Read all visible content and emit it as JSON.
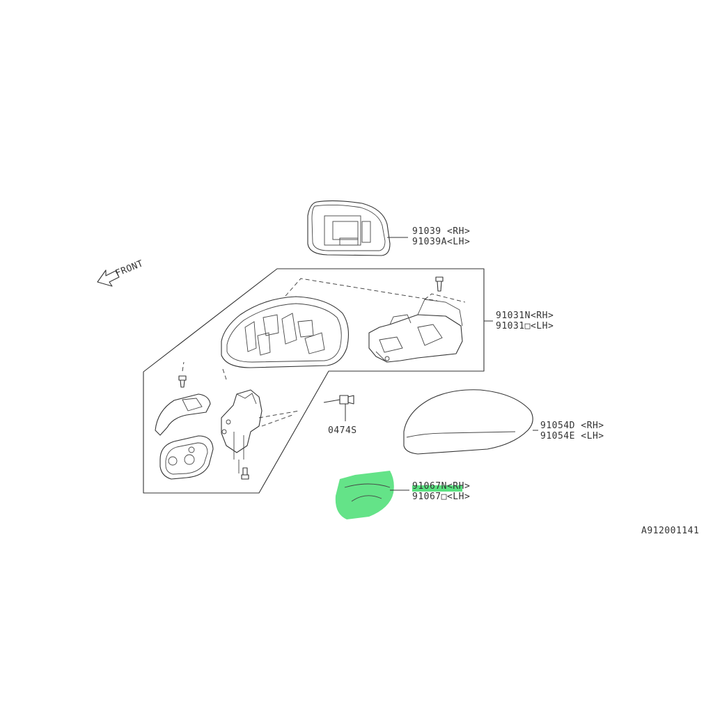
{
  "front_label": "FRONT",
  "diagram_id": "A912001141",
  "callouts": {
    "mirror_glass": {
      "line1": "91039 <RH>",
      "line2": "91039A<LH>"
    },
    "mirror_assembly": {
      "line1": "91031N<RH>",
      "line2": "91031□<LH>"
    },
    "screw": {
      "line1": "0474S"
    },
    "mirror_cover": {
      "line1": "91054D <RH>",
      "line2": "91054E <LH>"
    },
    "lower_cover": {
      "line1": "91067N<RH>",
      "line2": "91067□<LH>"
    }
  },
  "highlight": {
    "color": "#3ddc6a",
    "target": "91067N"
  }
}
